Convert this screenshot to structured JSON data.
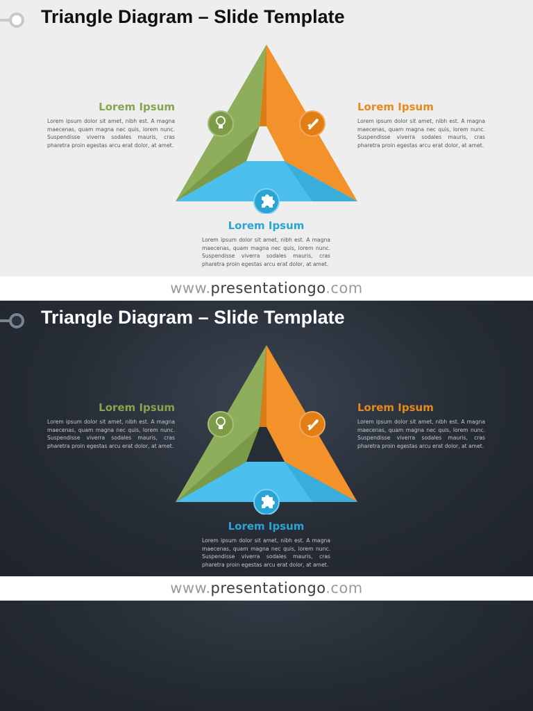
{
  "slides": [
    {
      "theme": "light",
      "title": "Triangle Diagram – Slide Template",
      "items": [
        {
          "position": "left",
          "heading": "Lorem Ipsum",
          "body": "Lorem ipsum dolor sit amet, nibh est. A magna maecenas, quam magna nec quis, lorem nunc. Suspendisse viverra sodales mauris, cras pharetra proin egestas arcu erat dolor, at amet.",
          "color": "#86a550",
          "icon": "lightbulb-icon"
        },
        {
          "position": "right",
          "heading": "Lorem Ipsum",
          "body": "Lorem ipsum dolor sit amet, nibh est. A magna maecenas, quam magna nec quis, lorem nunc. Suspendisse viverra sodales mauris, cras pharetra proin egestas arcu erat dolor, at amet.",
          "color": "#e58a1f",
          "icon": "rocket-icon"
        },
        {
          "position": "bottom",
          "heading": "Lorem Ipsum",
          "body": "Lorem ipsum dolor sit amet, nibh est. A magna maecenas, quam magna nec quis, lorem nunc. Suspendisse viverra sodales mauris, cras pharetra proin egestas arcu erat dolor, at amet.",
          "color": "#2aa4d5",
          "icon": "puzzle-icon"
        }
      ],
      "footer": {
        "prefix": "www.",
        "brand": "presentationgo",
        "suffix": ".com"
      }
    },
    {
      "theme": "dark",
      "title": "Triangle Diagram – Slide Template",
      "items": [
        {
          "position": "left",
          "heading": "Lorem Ipsum",
          "body": "Lorem ipsum dolor sit amet, nibh est. A magna maecenas, quam magna nec quis, lorem nunc. Suspendisse viverra sodales mauris, cras pharetra proin egestas arcu erat dolor, at amet.",
          "color": "#86a550",
          "icon": "lightbulb-icon"
        },
        {
          "position": "right",
          "heading": "Lorem Ipsum",
          "body": "Lorem ipsum dolor sit amet, nibh est. A magna maecenas, quam magna nec quis, lorem nunc. Suspendisse viverra sodales mauris, cras pharetra proin egestas arcu erat dolor, at amet.",
          "color": "#e58a1f",
          "icon": "rocket-icon"
        },
        {
          "position": "bottom",
          "heading": "Lorem Ipsum",
          "body": "Lorem ipsum dolor sit amet, nibh est. A magna maecenas, quam magna nec quis, lorem nunc. Suspendisse viverra sodales mauris, cras pharetra proin egestas arcu erat dolor, at amet.",
          "color": "#2aa4d5",
          "icon": "puzzle-icon"
        }
      ],
      "footer": {
        "prefix": "www.",
        "brand": "presentationgo",
        "suffix": ".com"
      }
    }
  ],
  "colors": {
    "green": "#86a550",
    "orange": "#e58a1f",
    "blue": "#2aa4d5"
  }
}
